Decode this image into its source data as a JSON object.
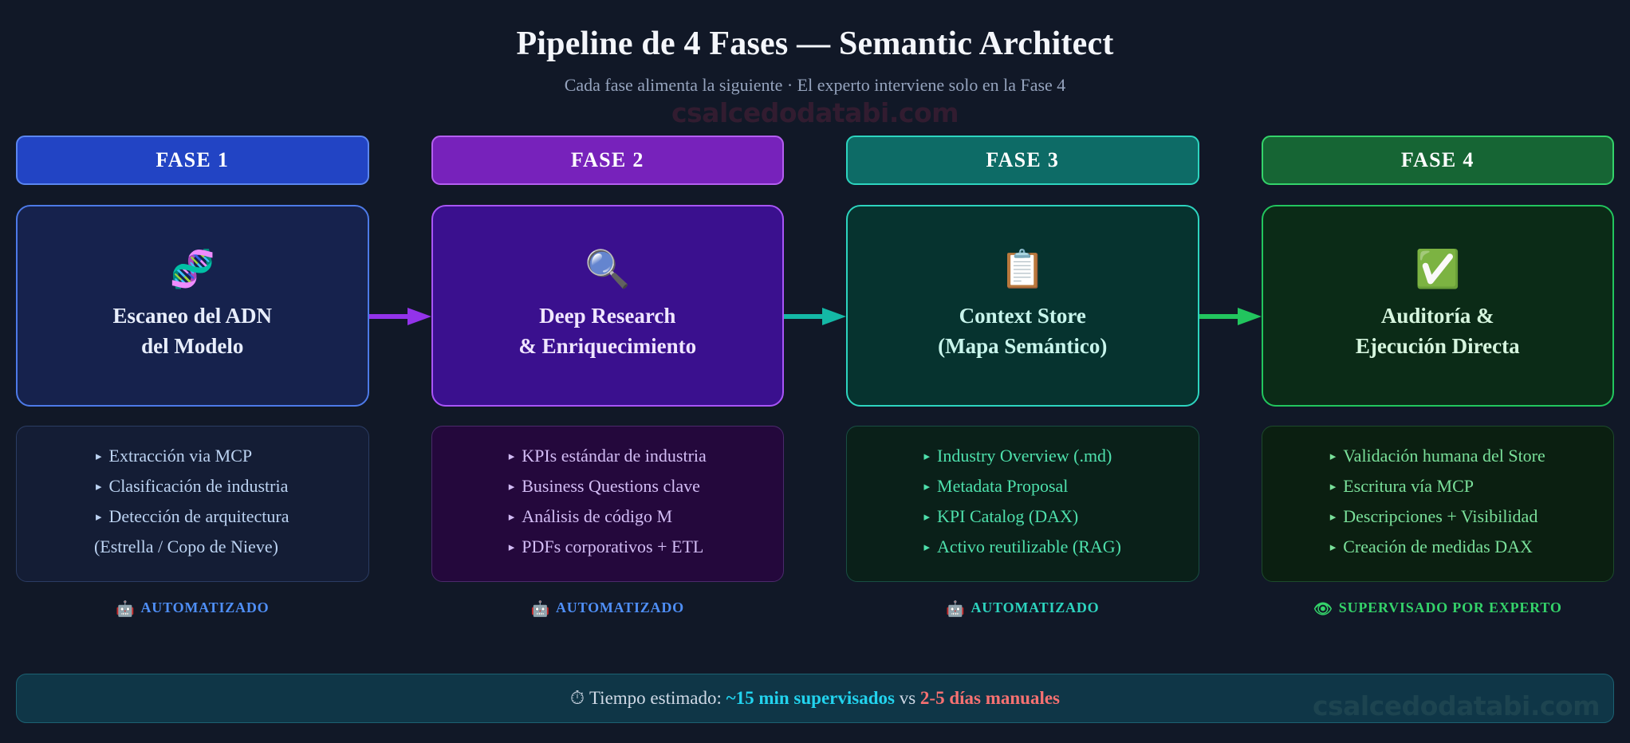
{
  "header": {
    "title": "Pipeline de 4 Fases — Semantic Architect",
    "subtitle": "Cada fase alimenta la siguiente · El experto interviene solo en la Fase 4"
  },
  "watermark": {
    "top": "csalcedodatabi.com",
    "bottom": "csalcedodatabi.com"
  },
  "colors": {
    "background": "#111827",
    "phase1": "#2244c4",
    "phase1_border": "#5b86f0",
    "phase2": "#7722bb",
    "phase2_border": "#b45ff0",
    "phase3": "#0d6b66",
    "phase3_border": "#2dd4bf",
    "phase4": "#166534",
    "phase4_border": "#34d36a",
    "accent_cyan": "#22d3ee",
    "accent_red": "#f87171"
  },
  "phases": [
    {
      "header": "FASE 1",
      "icon": "dna-icon",
      "icon_glyph": "🧬",
      "title": "Escaneo del ADN\ndel Modelo",
      "bullets": [
        {
          "marker": "▸",
          "text": "Extracción via MCP"
        },
        {
          "marker": "▸",
          "text": "Clasificación de industria"
        },
        {
          "marker": "▸",
          "text": "Detección de arquitectura"
        },
        {
          "marker": "",
          "text": "(Estrella / Copo de Nieve)"
        }
      ],
      "status_icon": "robot-icon",
      "status_glyph": "🤖",
      "status": "AUTOMATIZADO",
      "status_color": "#4f8ff7",
      "head_bg": "#2244c4",
      "head_border": "#5b86f0",
      "card_bg": "#16224d",
      "card_border": "#4d7ae8",
      "title_color": "#e8eefc",
      "list_bg": "#141d35",
      "list_border": "#2b3c63",
      "list_color": "#bcd3f2"
    },
    {
      "header": "FASE 2",
      "icon": "magnifier-icon",
      "icon_glyph": "🔍",
      "title": "Deep Research\n& Enriquecimiento",
      "bullets": [
        {
          "marker": "▸",
          "text": "KPIs estándar de industria"
        },
        {
          "marker": "▸",
          "text": "Business Questions clave"
        },
        {
          "marker": "▸",
          "text": "Análisis de código M"
        },
        {
          "marker": "▸",
          "text": "PDFs corporativos + ETL"
        }
      ],
      "status_icon": "robot-icon",
      "status_glyph": "🤖",
      "status": "AUTOMATIZADO",
      "status_color": "#4f8ff7",
      "head_bg": "#7722bb",
      "head_border": "#b45ff0",
      "card_bg": "#3a108e",
      "card_border": "#a855f7",
      "title_color": "#f0e6ff",
      "list_bg": "#24083c",
      "list_border": "#4b2a6b",
      "list_color": "#d3bdf5"
    },
    {
      "header": "FASE 3",
      "icon": "clipboard-icon",
      "icon_glyph": "📋",
      "title": "Context Store\n(Mapa Semántico)",
      "bullets": [
        {
          "marker": "▸",
          "text": "Industry Overview (.md)"
        },
        {
          "marker": "▸",
          "text": "Metadata Proposal"
        },
        {
          "marker": "▸",
          "text": "KPI Catalog (DAX)"
        },
        {
          "marker": "▸",
          "text": "Activo reutilizable (RAG)"
        }
      ],
      "status_icon": "robot-icon",
      "status_glyph": "🤖",
      "status": "AUTOMATIZADO",
      "status_color": "#2dd4bf",
      "head_bg": "#0d6b66",
      "head_border": "#2dd4bf",
      "card_bg": "#06332f",
      "card_border": "#2dd4bf",
      "title_color": "#c8f5ec",
      "list_bg": "#0a2019",
      "list_border": "#194e43",
      "list_color": "#4ee0ac"
    },
    {
      "header": "FASE 4",
      "icon": "check-mark-icon",
      "icon_glyph": "✅",
      "title": "Auditoría &\nEjecución Directa",
      "bullets": [
        {
          "marker": "▸",
          "text": "Validación humana del Store"
        },
        {
          "marker": "▸",
          "text": "Escritura vía MCP"
        },
        {
          "marker": "▸",
          "text": "Descripciones + Visibilidad"
        },
        {
          "marker": "▸",
          "text": "Creación de medidas DAX"
        }
      ],
      "status_icon": "eye-icon",
      "status_glyph": "👁",
      "status": "SUPERVISADO POR EXPERTO",
      "status_color": "#34d36a",
      "head_bg": "#166534",
      "head_border": "#34d36a",
      "card_bg": "#0b2b17",
      "card_border": "#22c55e",
      "title_color": "#d6f5de",
      "list_bg": "#0b1f11",
      "list_border": "#1d4a2b",
      "list_color": "#7ae09a"
    }
  ],
  "arrows": [
    {
      "color": "#9333ea"
    },
    {
      "color": "#14b8a6"
    },
    {
      "color": "#22c55e"
    }
  ],
  "footer": {
    "icon": "stopwatch-icon",
    "icon_glyph": "⏱",
    "prefix": "Tiempo estimado: ",
    "highlight_fast": "~15 min supervisados",
    "middle": " vs ",
    "highlight_slow": "2-5 días manuales"
  }
}
